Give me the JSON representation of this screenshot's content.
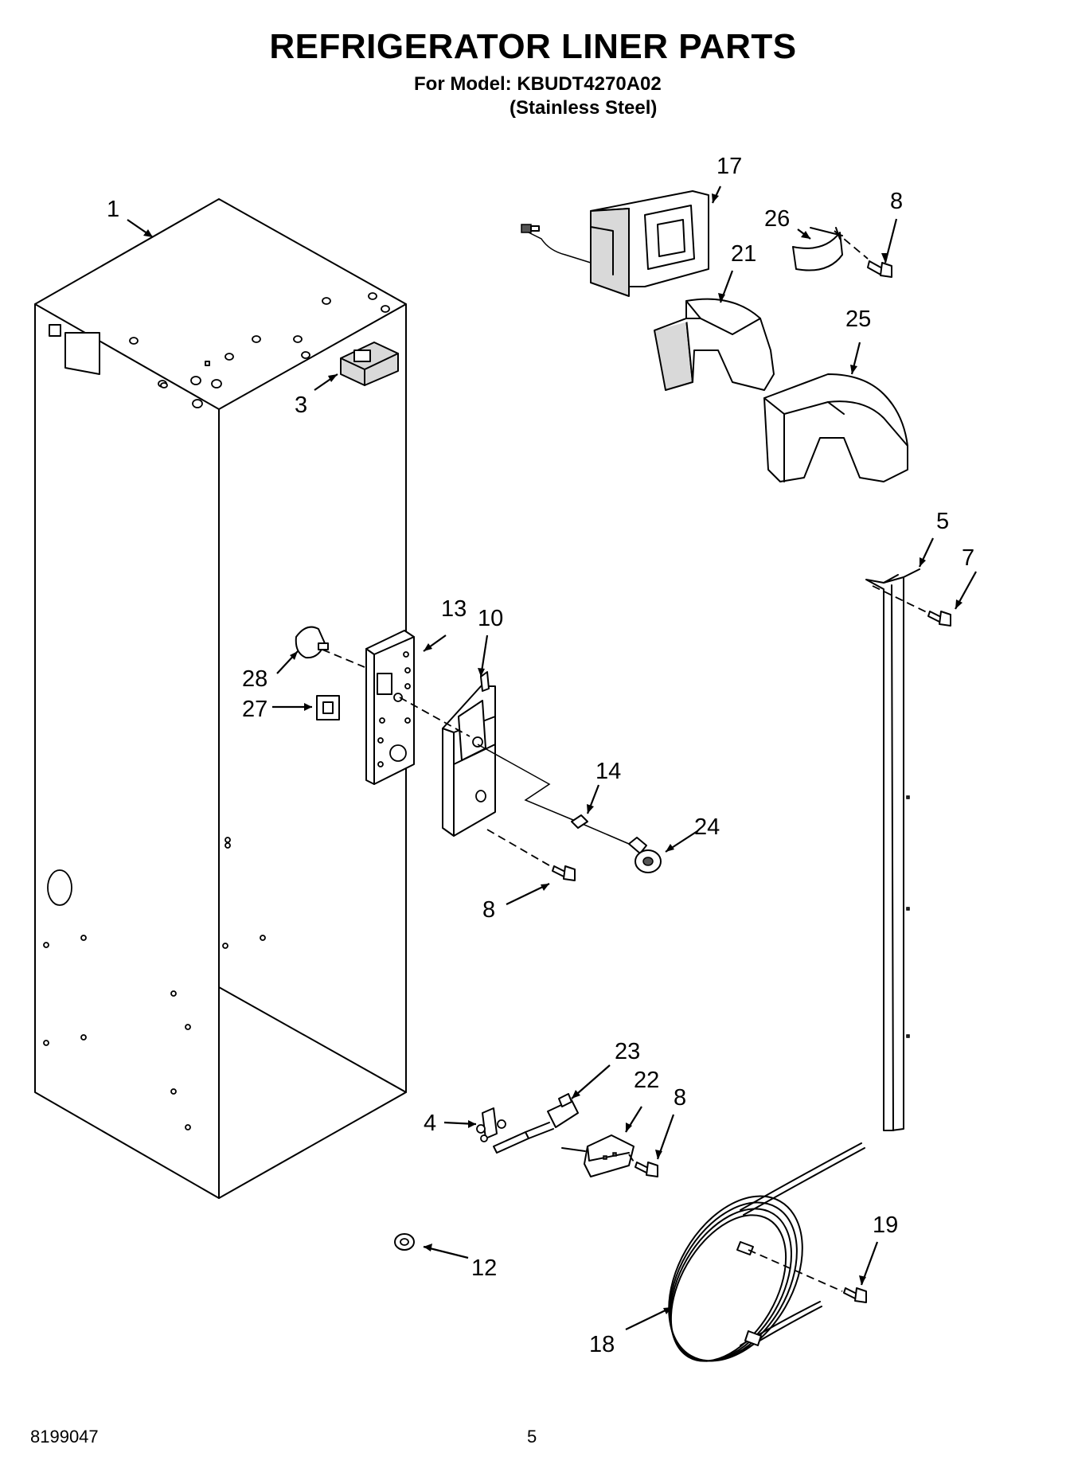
{
  "header": {
    "title": "REFRIGERATOR LINER PARTS",
    "model_line": "For Model: KBUDT4270A02",
    "variant": "(Stainless Steel)"
  },
  "footer": {
    "document_number": "8199047",
    "page_number": "5"
  },
  "callouts": {
    "liner": "1",
    "control_housing": "3",
    "sensor_clip": "4",
    "channel_5": "5",
    "screw_7": "7",
    "screw_8_top": "8",
    "screw_8_mid": "8",
    "screw_8_bottom": "8",
    "bracket_10": "10",
    "nut_12": "12",
    "plate_13": "13",
    "wire_14": "14",
    "light_17": "17",
    "tube_18": "18",
    "screw_19": "19",
    "duct_21": "21",
    "module_22": "22",
    "thermistor_23": "23",
    "lamp_socket_24": "24",
    "duct_cover_25": "25",
    "clip_26": "26",
    "pad_27": "27",
    "knob_28": "28"
  }
}
